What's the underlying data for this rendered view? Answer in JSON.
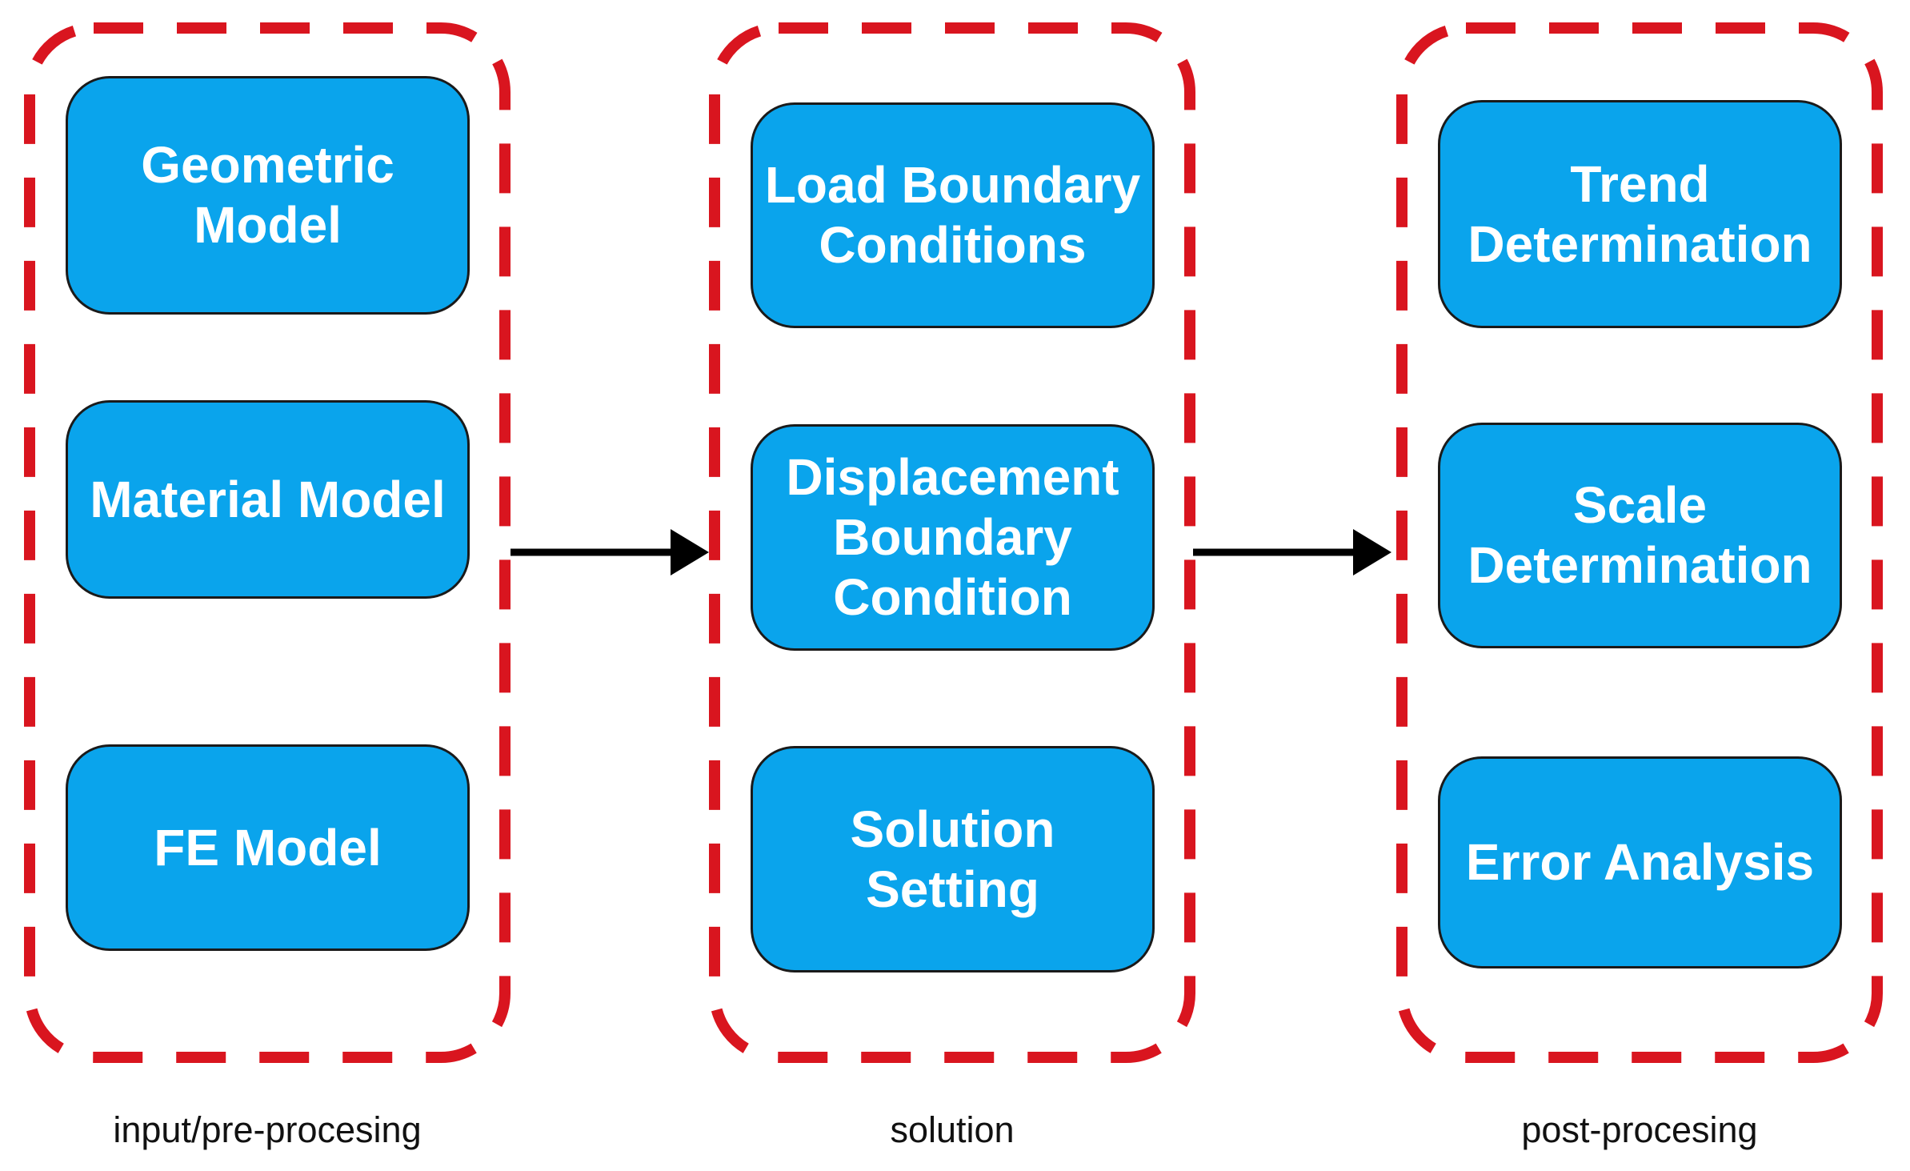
{
  "colors": {
    "box_fill": "#0AA4EC",
    "box_border": "#1A1A1A",
    "box_text": "#FFFFFF",
    "group_outline_red": "#D9151F",
    "arrow": "#000000",
    "label_text": "#111111",
    "background": "#FFFFFF"
  },
  "columns": [
    {
      "label": "input/pre-procesing",
      "boxes": [
        {
          "label": "Geometric\nModel"
        },
        {
          "label": "Material Model"
        },
        {
          "label": "FE Model"
        }
      ]
    },
    {
      "label": "solution",
      "boxes": [
        {
          "label": "Load Boundary\nConditions"
        },
        {
          "label": "Displacement\nBoundary\nCondition"
        },
        {
          "label": "Solution\nSetting"
        }
      ]
    },
    {
      "label": "post-procesing",
      "boxes": [
        {
          "label": "Trend\nDetermination"
        },
        {
          "label": "Scale\nDetermination"
        },
        {
          "label": "Error Analysis"
        }
      ]
    }
  ],
  "arrows": [
    {
      "from": "input/pre-procesing",
      "to": "solution"
    },
    {
      "from": "solution",
      "to": "post-procesing"
    }
  ]
}
